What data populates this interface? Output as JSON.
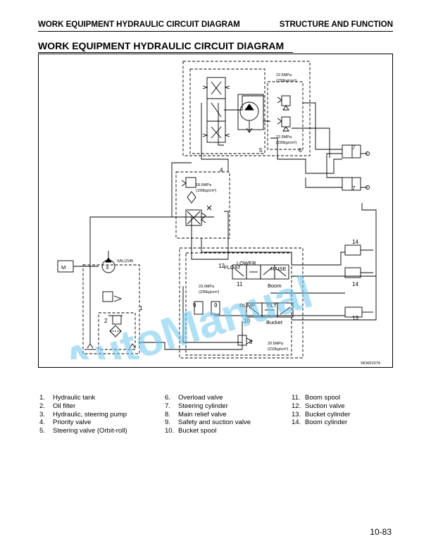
{
  "header": {
    "left": "WORK EQUIPMENT HYDRAULIC CIRCUIT DIAGRAM",
    "right": "STRUCTURE AND FUNCTION"
  },
  "page_title": "WORK EQUIPMENT HYDRAULIC CIRCUIT DIAGRAM",
  "diagram": {
    "relief_upper": "22.5MPa",
    "relief_upper_kg": "(230kg/cm²)",
    "relief_lower": "22.5MPa",
    "relief_lower_kg": "(230kg/cm²)",
    "priority_pressure": "18.6MPa",
    "priority_pressure_kg": "(190kg/cm²)",
    "safety_pressure": "23.0MPa",
    "safety_pressure_kg": "(235kg/cm²)",
    "main_relief": "20.6MPa",
    "main_relief_kg": "(210kg/cm²)",
    "pump_code": "SAL(2)45",
    "motor_label": "M",
    "lower": "LOWER",
    "float": "FLOAT",
    "raise": "RAISE",
    "boom": "Boom",
    "dump": "DUMP",
    "tilt": "TILT",
    "bucket": "Bucket",
    "code": "SKW01074",
    "callouts": [
      "1",
      "2",
      "3",
      "4",
      "5",
      "6",
      "7",
      "7",
      "8",
      "9",
      "9",
      "10",
      "11",
      "12",
      "13",
      "14",
      "14"
    ]
  },
  "watermark": "AutoManual",
  "watermark_color": "#6ec6ee",
  "legend": [
    [
      {
        "n": "1.",
        "t": "Hydraulic tank"
      },
      {
        "n": "2.",
        "t": "Oil filter"
      },
      {
        "n": "3.",
        "t": "Hydraulic, steering pump"
      },
      {
        "n": "4.",
        "t": "Priority valve"
      },
      {
        "n": "5.",
        "t": "Steering valve (Orbit-roll)"
      }
    ],
    [
      {
        "n": "6.",
        "t": "Overload valve"
      },
      {
        "n": "7.",
        "t": "Steering cylinder"
      },
      {
        "n": "8.",
        "t": "Main relief valve"
      },
      {
        "n": "9.",
        "t": "Safety and suction valve"
      },
      {
        "n": "10.",
        "t": "Bucket spool"
      }
    ],
    [
      {
        "n": "11.",
        "t": "Boom spool"
      },
      {
        "n": "12.",
        "t": "Suction valve"
      },
      {
        "n": "13.",
        "t": "Bucket cylinder"
      },
      {
        "n": "14.",
        "t": "Boom cylinder"
      }
    ]
  ],
  "page_number": "10-83"
}
